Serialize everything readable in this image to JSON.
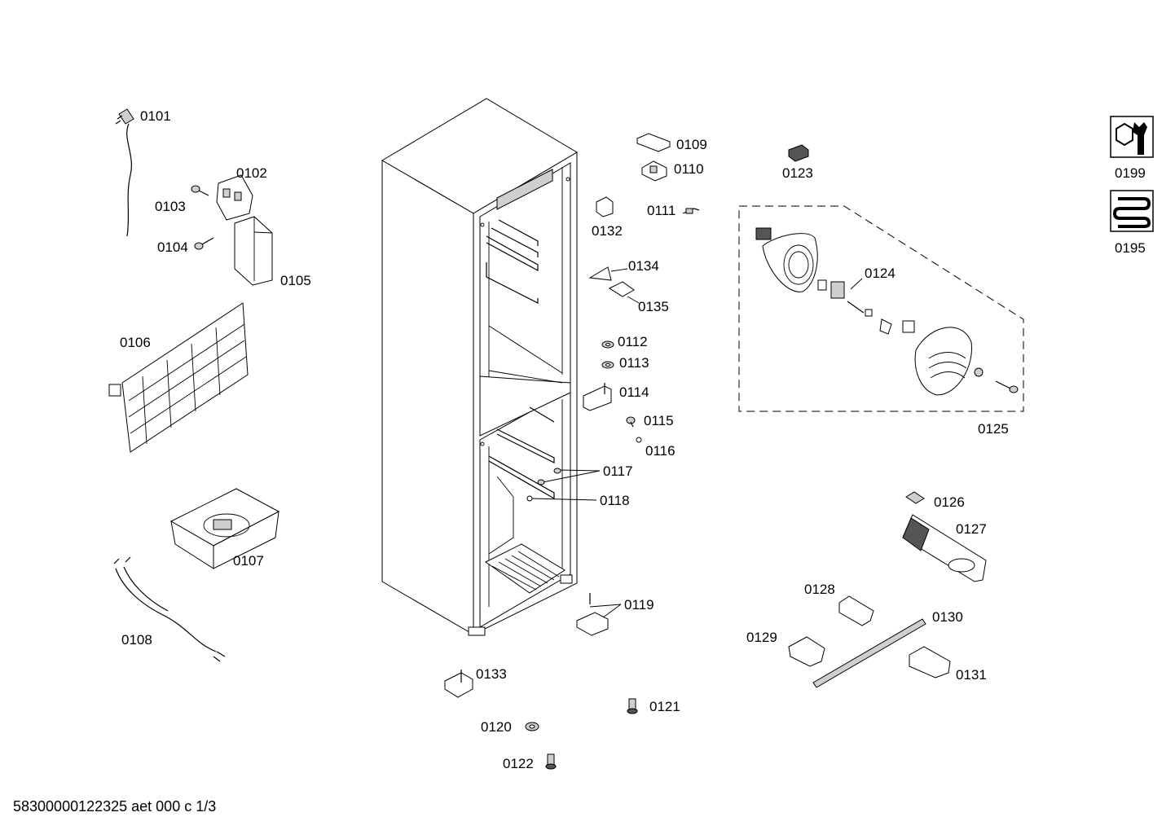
{
  "labels": {
    "p0101": "0101",
    "p0102": "0102",
    "p0103": "0103",
    "p0104": "0104",
    "p0105": "0105",
    "p0106": "0106",
    "p0107": "0107",
    "p0108": "0108",
    "p0109": "0109",
    "p0110": "0110",
    "p0111": "0111",
    "p0112": "0112",
    "p0113": "0113",
    "p0114": "0114",
    "p0115": "0115",
    "p0116": "0116",
    "p0117": "0117",
    "p0118": "0118",
    "p0119": "0119",
    "p0120": "0120",
    "p0121": "0121",
    "p0122": "0122",
    "p0123": "0123",
    "p0124": "0124",
    "p0125": "0125",
    "p0126": "0126",
    "p0127": "0127",
    "p0128": "0128",
    "p0129": "0129",
    "p0130": "0130",
    "p0131": "0131",
    "p0132": "0132",
    "p0133": "0133",
    "p0134": "0134",
    "p0135": "0135",
    "p0195": "0195",
    "p0199": "0199"
  },
  "footer": "58300000122325 aet 000 c 1/3",
  "icons": [
    "wrench-nut-icon",
    "heating-coil-icon"
  ]
}
